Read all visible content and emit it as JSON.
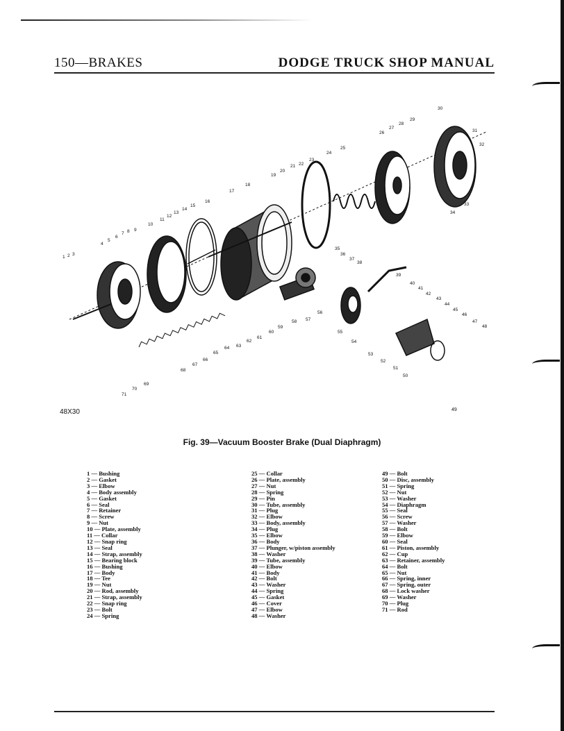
{
  "header": {
    "section": "150—BRAKES",
    "title": "DODGE TRUCK SHOP MANUAL"
  },
  "figure": {
    "code": "48X30",
    "code_right": "49",
    "caption": "Fig. 39—Vacuum Booster Brake (Dual Diaphragm)",
    "callouts": [
      "1",
      "2",
      "3",
      "4",
      "5",
      "6",
      "7",
      "8",
      "9",
      "10",
      "11",
      "12",
      "13",
      "14",
      "15",
      "16",
      "17",
      "18",
      "19",
      "20",
      "21",
      "22",
      "23",
      "24",
      "25",
      "26",
      "27",
      "28",
      "29",
      "30",
      "31",
      "32",
      "33",
      "34",
      "35",
      "36",
      "37",
      "38",
      "39",
      "40",
      "41",
      "42",
      "43",
      "44",
      "45",
      "46",
      "47",
      "48",
      "49",
      "50",
      "51",
      "52",
      "53",
      "54",
      "55",
      "56",
      "57",
      "58",
      "59",
      "60",
      "61",
      "62",
      "63",
      "64",
      "65",
      "66",
      "67",
      "68",
      "69",
      "70",
      "71"
    ]
  },
  "parts": [
    [
      "1 — Bushing",
      "2 — Gasket",
      "3 — Elbow",
      "4 — Body assembly",
      "5 — Gasket",
      "6 — Seal",
      "7 — Retainer",
      "8 — Screw",
      "9 — Nut",
      "10 — Plate, assembly",
      "11 — Collar",
      "12 — Snap ring",
      "13 — Seal",
      "14 — Strap, assembly",
      "15 — Bearing block",
      "16 — Bushing",
      "17 — Body",
      "18 — Tee",
      "19 — Nut",
      "20 — Rod, assembly",
      "21 — Strap, assembly",
      "22 — Snap ring",
      "23 — Bolt",
      "24 — Spring"
    ],
    [
      "25 — Collar",
      "26 — Plate, assembly",
      "27 — Nut",
      "28 — Spring",
      "29 — Pin",
      "30 — Tube, assembly",
      "31 — Plug",
      "32 — Elbow",
      "33 — Body, assembly",
      "34 — Plug",
      "35 — Elbow",
      "36 — Body",
      "37 — Plunger, w/piston assembly",
      "38 — Washer",
      "39 — Tube, assembly",
      "40 — Elbow",
      "41 — Body",
      "42 — Bolt",
      "43 — Washer",
      "44 — Spring",
      "45 — Gasket",
      "46 — Cover",
      "47 — Elbow",
      "48 — Washer"
    ],
    [
      "49 — Bolt",
      "50 — Disc, assembly",
      "51 — Spring",
      "52 — Nut",
      "53 — Washer",
      "54 — Diaphragm",
      "55 — Seal",
      "56 — Screw",
      "57 — Washer",
      "58 — Bolt",
      "59 — Elbow",
      "60 — Seal",
      "61 — Piston, assembly",
      "62 — Cup",
      "63 — Retainer, assembly",
      "64 — Bolt",
      "65 — Nut",
      "66 — Spring, inner",
      "67 — Spring, outer",
      "68 — Lock washer",
      "69 — Washer",
      "70 — Plug",
      "71 — Rod"
    ]
  ]
}
